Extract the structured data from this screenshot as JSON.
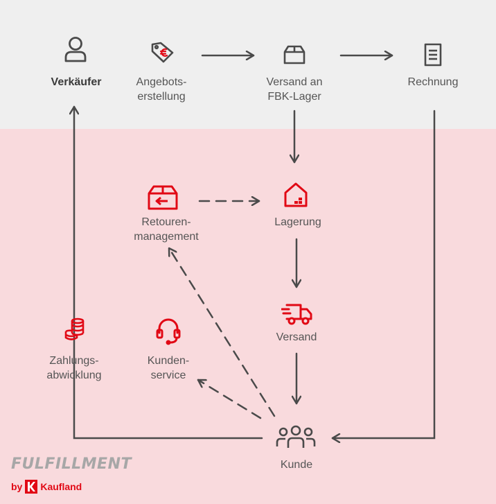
{
  "nodes": {
    "verkaeufer": "Verkäufer",
    "angebotserstellung": "Angebots-\nerstellung",
    "versand_fbk": "Versand an\nFBK-Lager",
    "rechnung": "Rechnung",
    "retourenmanagement": "Retouren-\nmanagement",
    "lagerung": "Lagerung",
    "versand": "Versand",
    "zahlungsabwicklung": "Zahlungs-\nabwicklung",
    "kundenservice": "Kunden-\nservice",
    "kunde": "Kunde"
  },
  "brand": {
    "title": "FULFILLMENT",
    "by": "by",
    "company": "Kaufland"
  },
  "colors": {
    "top_background": "#efefef",
    "bottom_background": "#f9dadd",
    "line": "#4a4a4a",
    "accent_red": "#e10915",
    "icon_gray": "#4a4a4a"
  },
  "icons": {
    "verkaeufer": "person-icon",
    "angebotserstellung": "price-tag-euro-icon",
    "versand_fbk": "box-icon",
    "rechnung": "document-icon",
    "retourenmanagement": "return-box-icon",
    "lagerung": "warehouse-icon",
    "versand": "delivery-truck-icon",
    "zahlungsabwicklung": "coin-stack-icon",
    "kundenservice": "headset-icon",
    "kunde": "group-icon"
  }
}
